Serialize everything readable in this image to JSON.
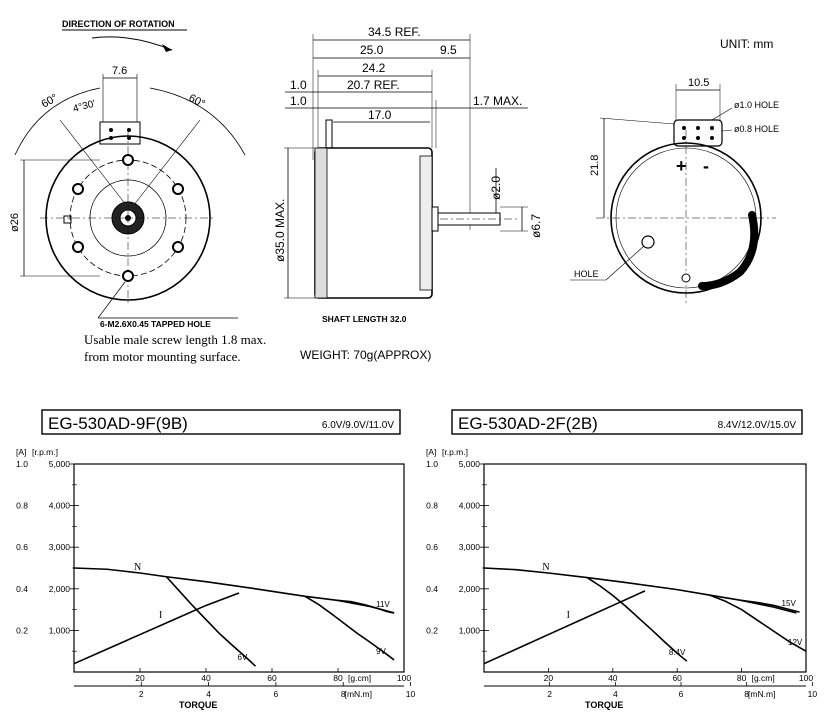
{
  "unit": "UNIT: mm",
  "front": {
    "direction": "DIRECTION OF ROTATION",
    "dim_7_6": "7.6",
    "ang_60_left": "60°",
    "ang_4_30": "4°30'",
    "ang_60_right": "60°",
    "dia_26": "ø26",
    "tapped_hole": "6-M2.6X0.45 TAPPED HOLE",
    "note_line1": "Usable male screw length 1.8 max.",
    "note_line2": "from motor mounting surface."
  },
  "side": {
    "d_34_5": "34.5 REF.",
    "d_25": "25.0",
    "d_9_5": "9.5",
    "d_24_2": "24.2",
    "d_1_0a": "1.0",
    "d_20_7": "20.7 REF.",
    "d_1_0b": "1.0",
    "d_1_7": "1.7 MAX.",
    "d_17": "17.0",
    "d_35": "ø35.0 MAX.",
    "d_2": "ø2.0",
    "d_6_7": "ø6.7",
    "shaft": "SHAFT LENGTH 32.0",
    "weight": "WEIGHT: 70g(APPROX)"
  },
  "rear": {
    "d_10_5": "10.5",
    "hole_1_0": "ø1.0 HOLE",
    "hole_0_8": "ø0.8 HOLE",
    "d_21_8": "21.8",
    "plus": "+",
    "minus": "-",
    "hole": "HOLE"
  },
  "charts_common": {
    "amp_unit": "[A]",
    "rpm_unit": "[r.p.m.]",
    "gcm_unit": "[g.cm]",
    "mnm_unit": "[mN.m]",
    "torque_label": "TORQUE",
    "n_label": "N",
    "i_label": "I",
    "amp_ticks": [
      "1.0",
      "0.8",
      "0.6",
      "0.4",
      "0.2"
    ],
    "rpm_ticks": [
      "5,000",
      "4,000",
      "3,000",
      "2,000",
      "1,000"
    ],
    "gcm_ticks": [
      "20",
      "40",
      "60",
      "80",
      "100"
    ],
    "mnm_ticks": [
      "2",
      "4",
      "6",
      "8",
      "10"
    ]
  },
  "chart_data": [
    {
      "type": "line",
      "title": "EG-530AD-9F(9B)",
      "subtitle": "6.0V/9.0V/11.0V",
      "xlabel": "TORQUE",
      "x_unit": "g.cm",
      "xlim": [
        0,
        100
      ],
      "ylim_rpm": [
        0,
        5000
      ],
      "ylim_amp": [
        0,
        1.0
      ],
      "series": [
        {
          "name": "N",
          "x": [
            0,
            10,
            20,
            28,
            40,
            55,
            70,
            80,
            90,
            97
          ],
          "values": [
            2500,
            2470,
            2380,
            2290,
            2170,
            2000,
            1820,
            1720,
            1570,
            1420
          ]
        },
        {
          "name": "6V",
          "x": [
            28,
            32,
            36,
            40,
            44,
            48,
            52,
            55
          ],
          "values": [
            2290,
            1940,
            1590,
            1260,
            930,
            640,
            360,
            140
          ]
        },
        {
          "name": "9V",
          "x": [
            70,
            74,
            78,
            82,
            86,
            90,
            94,
            97
          ],
          "values": [
            1820,
            1630,
            1400,
            1160,
            920,
            700,
            470,
            290
          ]
        },
        {
          "name": "11V",
          "x": [
            80,
            84,
            88,
            92,
            95,
            97
          ],
          "values": [
            1720,
            1690,
            1620,
            1530,
            1450,
            1420
          ]
        },
        {
          "name": "I",
          "x": [
            0,
            10,
            20,
            30,
            40,
            50
          ],
          "values": [
            0.04,
            0.11,
            0.18,
            0.25,
            0.32,
            0.38
          ]
        }
      ]
    },
    {
      "type": "line",
      "title": "EG-530AD-2F(2B)",
      "subtitle": "8.4V/12.0V/15.0V",
      "xlabel": "TORQUE",
      "x_unit": "g.cm",
      "xlim": [
        0,
        100
      ],
      "ylim_rpm": [
        0,
        5000
      ],
      "ylim_amp": [
        0,
        1.0
      ],
      "series": [
        {
          "name": "N",
          "x": [
            0,
            10,
            20,
            32,
            45,
            60,
            70,
            80,
            90,
            97
          ],
          "values": [
            2500,
            2460,
            2380,
            2270,
            2140,
            1980,
            1850,
            1720,
            1560,
            1420
          ]
        },
        {
          "name": "8.4V",
          "x": [
            32,
            36,
            40,
            44,
            48,
            52,
            56,
            60,
            63
          ],
          "values": [
            2270,
            2070,
            1840,
            1580,
            1300,
            1020,
            730,
            450,
            260
          ]
        },
        {
          "name": "12V",
          "x": [
            70,
            75,
            80,
            85,
            90,
            95,
            100
          ],
          "values": [
            1850,
            1700,
            1500,
            1240,
            980,
            720,
            500
          ]
        },
        {
          "name": "15V",
          "x": [
            80,
            85,
            90,
            95,
            98
          ],
          "values": [
            1720,
            1670,
            1600,
            1500,
            1440
          ]
        },
        {
          "name": "I",
          "x": [
            0,
            10,
            20,
            30,
            40,
            50
          ],
          "values": [
            0.04,
            0.11,
            0.18,
            0.25,
            0.32,
            0.39
          ]
        }
      ]
    }
  ]
}
